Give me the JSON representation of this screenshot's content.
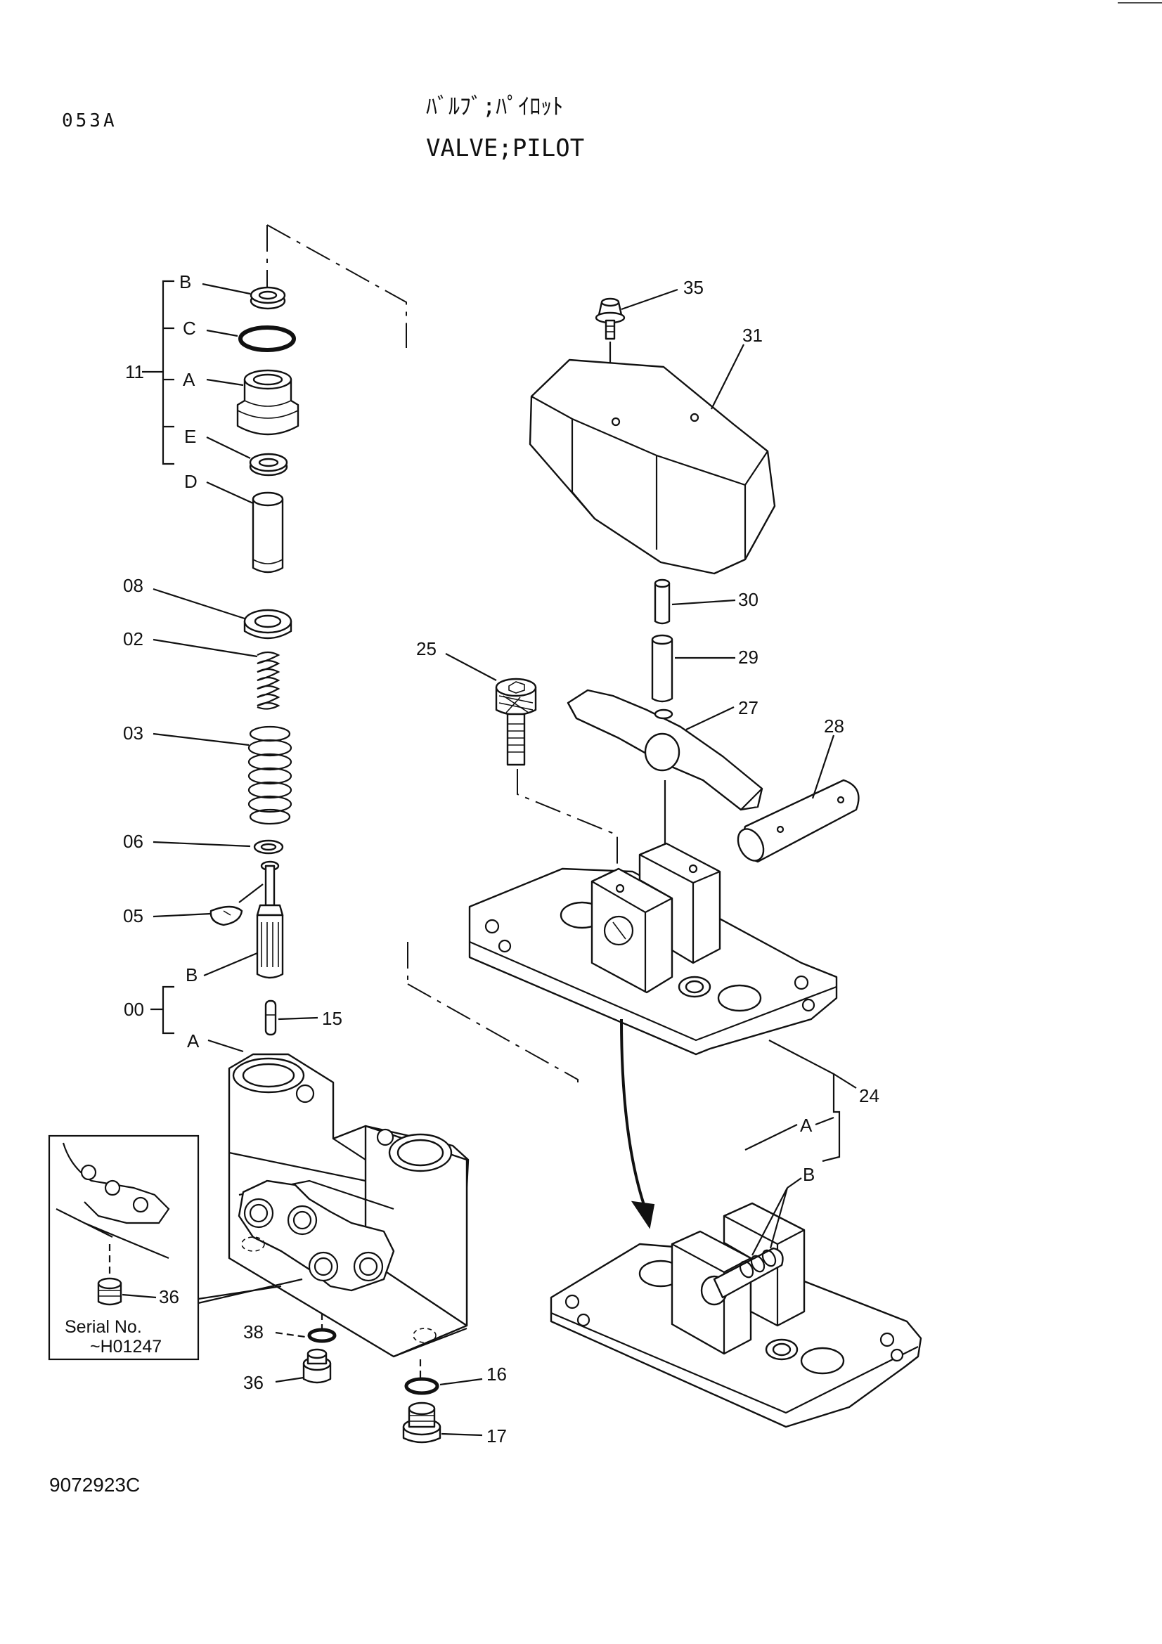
{
  "header": {
    "code": "053A",
    "title_jp": "ﾊﾞﾙﾌﾞ;ﾊﾟｲﾛｯﾄ",
    "title_en": "VALVE;PILOT"
  },
  "footer": {
    "drawing_number": "9072923C"
  },
  "inset": {
    "label_line1": "Serial No.",
    "label_line2": "~H01247",
    "part_36": "36"
  },
  "callouts": {
    "group_11": "11",
    "group_00": "00",
    "B_top": "B",
    "C": "C",
    "A_top": "A",
    "E": "E",
    "D": "D",
    "p08": "08",
    "p02": "02",
    "p03": "03",
    "p06": "06",
    "p05": "05",
    "B_mid": "B",
    "p15": "15",
    "A_mid": "A",
    "p36a": "36",
    "p38": "38",
    "p36b": "36",
    "p16": "16",
    "p17": "17",
    "p35": "35",
    "p31": "31",
    "p30": "30",
    "p29": "29",
    "p25": "25",
    "p27": "27",
    "p28": "28",
    "p24": "24",
    "A_right": "A",
    "B_right": "B"
  }
}
